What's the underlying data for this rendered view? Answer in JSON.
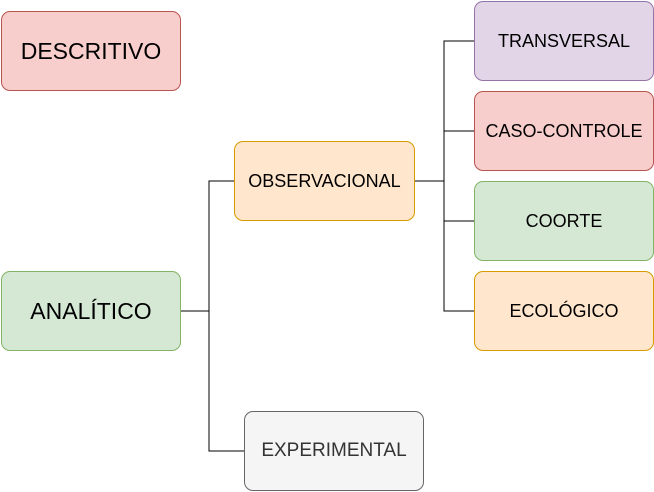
{
  "nodes": {
    "descritivo": "DESCRITIVO",
    "analitico": "ANALÍTICO",
    "observacional": "OBSERVACIONAL",
    "experimental": "EXPERIMENTAL",
    "transversal": "TRANSVERSAL",
    "caso_controle": "CASO-CONTROLE",
    "coorte": "COORTE",
    "ecologico": "ECOLÓGICO"
  },
  "colors": {
    "red_fill": "#f8cecc",
    "red_stroke": "#b85450",
    "green_fill": "#d5e8d4",
    "green_stroke": "#82b366",
    "orange_fill": "#ffe6cc",
    "orange_stroke": "#d79b00",
    "purple_fill": "#e1d5e7",
    "purple_stroke": "#9673a6",
    "gray_fill": "#f5f5f5",
    "gray_stroke": "#666666",
    "connector": "#000000"
  }
}
